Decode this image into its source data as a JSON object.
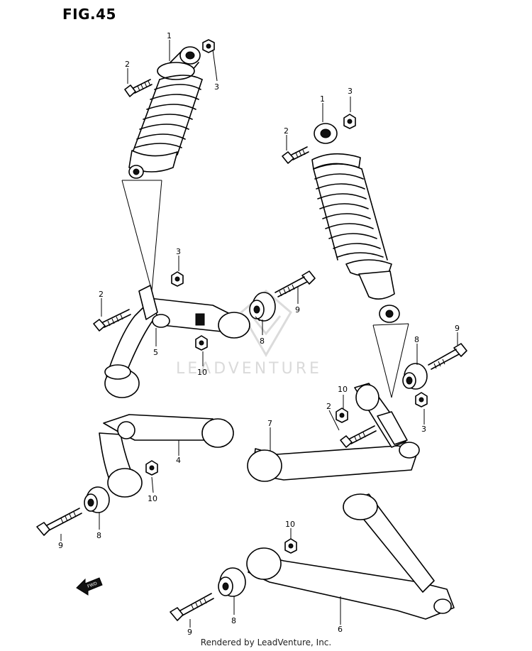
{
  "figure": {
    "title": "FIG.45"
  },
  "footer": {
    "credit": "Rendered by LeadVenture, Inc."
  },
  "watermark": {
    "text": "LEADVENTURE"
  },
  "callouts": [
    {
      "id": "c1a",
      "text": "1"
    },
    {
      "id": "c2a",
      "text": "2"
    },
    {
      "id": "c3a",
      "text": "3"
    },
    {
      "id": "c1b",
      "text": "1"
    },
    {
      "id": "c3b",
      "text": "3"
    },
    {
      "id": "c2b",
      "text": "2"
    },
    {
      "id": "c3c",
      "text": "3"
    },
    {
      "id": "c2c",
      "text": "2"
    },
    {
      "id": "c9a",
      "text": "9"
    },
    {
      "id": "c8a",
      "text": "8"
    },
    {
      "id": "c5",
      "text": "5"
    },
    {
      "id": "c10a",
      "text": "10"
    },
    {
      "id": "c8b",
      "text": "8"
    },
    {
      "id": "c9b",
      "text": "9"
    },
    {
      "id": "c10b",
      "text": "10"
    },
    {
      "id": "c2d",
      "text": "2"
    },
    {
      "id": "c3d",
      "text": "3"
    },
    {
      "id": "c7",
      "text": "7"
    },
    {
      "id": "c4",
      "text": "4"
    },
    {
      "id": "c10c",
      "text": "10"
    },
    {
      "id": "c8c",
      "text": "8"
    },
    {
      "id": "c9c",
      "text": "9"
    },
    {
      "id": "c10d",
      "text": "10"
    },
    {
      "id": "c8d",
      "text": "8"
    },
    {
      "id": "c9d",
      "text": "9"
    },
    {
      "id": "c6",
      "text": "6"
    }
  ],
  "icons": {
    "forward_arrow": "fwd-arrow-icon"
  }
}
